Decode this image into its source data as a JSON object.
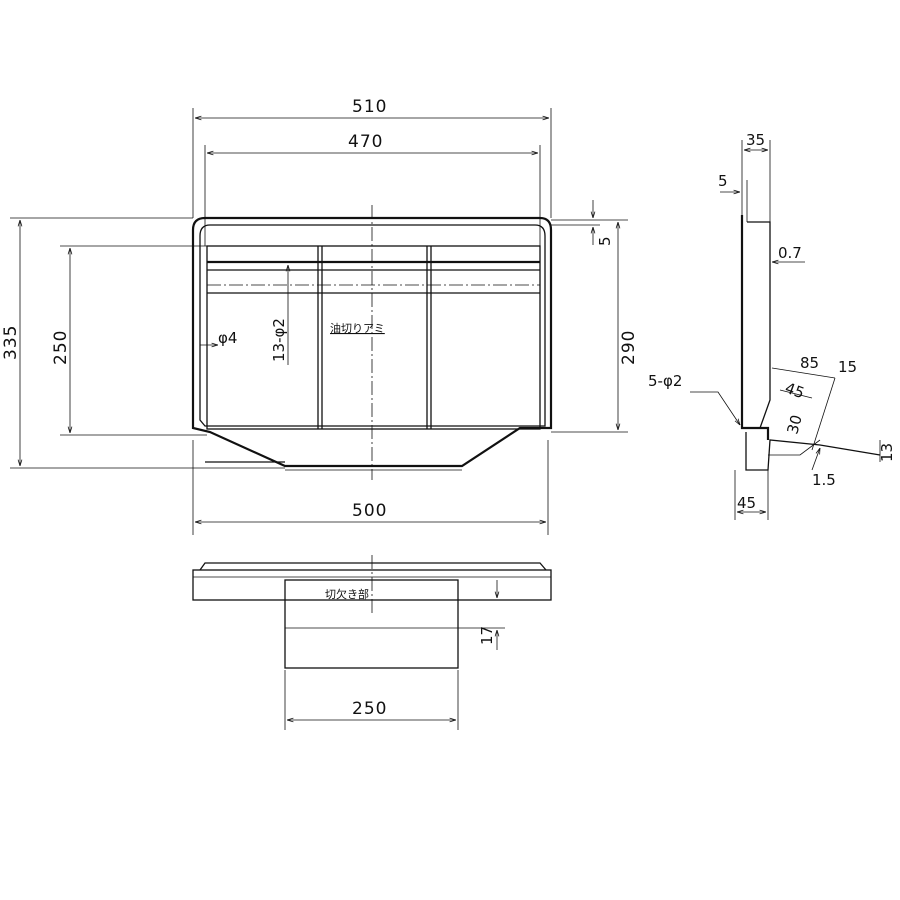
{
  "title": "油切りアミ drawing",
  "front_view": {
    "dim_width_outer": "510",
    "dim_width_inner": "470",
    "dim_width_bottom": "500",
    "dim_height_total": "335",
    "dim_height_inner": "250",
    "dim_height_right": "290",
    "dim_top_offset": "5",
    "hole_dia": "φ4",
    "holes_count": "13-φ2",
    "part_label": "油切りアミ"
  },
  "bottom_view": {
    "notch_label": "切欠き部",
    "dim_notch_width": "250",
    "dim_notch_depth": "17"
  },
  "side_view": {
    "dim_35": "35",
    "dim_5": "5",
    "dim_0_7": "0.7",
    "holes": "5-φ2",
    "dim_85": "85",
    "dim_15": "15",
    "dim_45_upper": "45",
    "dim_30": "30",
    "dim_13": "13",
    "dim_1_5": "1.5",
    "dim_45_bottom": "45"
  }
}
